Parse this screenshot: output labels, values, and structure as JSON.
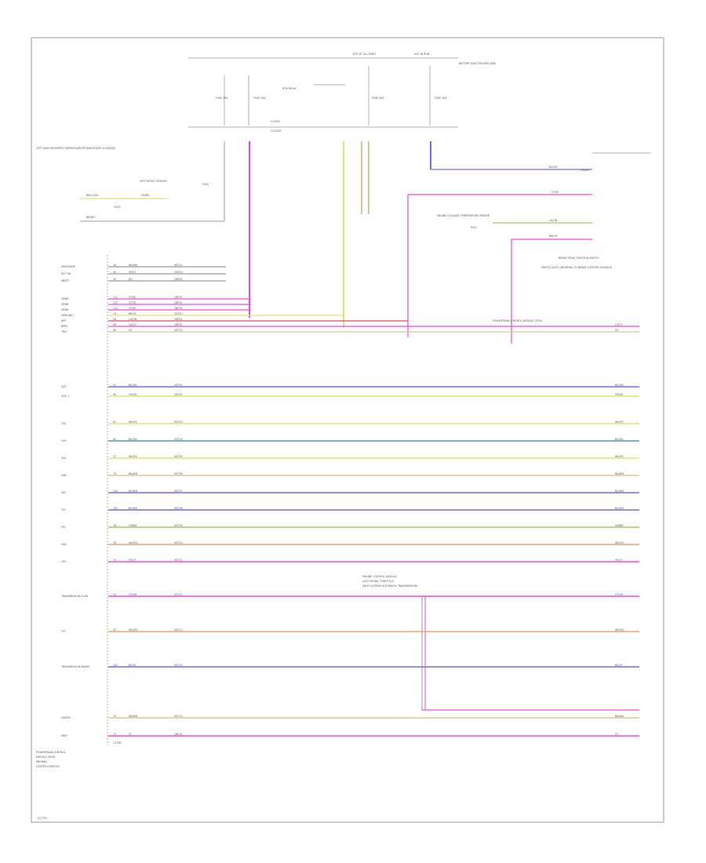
{
  "frame_label": "S17701",
  "colors": {
    "frame": "#999999",
    "pink": "#f048e0",
    "yellow": "#e3e07a",
    "blue": "#6f6fe6",
    "teal": "#4b9bb0",
    "green": "#9ccc5e",
    "orange": "#e8a276",
    "tan": "#d8c890",
    "red": "#ee4466",
    "gray": "#999999",
    "black": "#444444"
  },
  "top_section": {
    "labels": [
      "HOT AT ALL TIMES",
      "HOT IN RUN",
      "BATTERY JUNCTION BOX (BJB)",
      "FUSE 15A",
      "FUSE 10A",
      "PCM RELAY",
      "FUSE 20A",
      "FUSE 10A",
      "LEFT DASH MOUNTED TURBOCHARGER WASTEGATE SOLENOID",
      "LEFT RESULT SENSOR",
      "BK/LG-BU",
      "GY/BN",
      "BK/WH",
      "S102",
      "G100",
      "C1232F",
      "C1232M"
    ]
  },
  "right_section": {
    "labels": [
      "BU/GN",
      "VT/YE",
      "LG/GN",
      "BK/OG",
      "YE/GN",
      "S201",
      "ENGINE COOLANT TEMPERATURE SENSOR",
      "BRAKE PEDAL POSITION SWITCH",
      "SWITCH AUTO (INTERNAL TO BRAKE CONTROL MODULE)",
      "POWERTRAIN CONTROL MODULE (PCM)"
    ]
  },
  "pcm_label": [
    "POWERTRAIN CONTROL",
    "MODULE (PCM)",
    "(BEHIND",
    "CENTER CONSOLE)"
  ],
  "ecm_label": [
    "ENGINE CONTROL MODULE",
    "(ELECTRONIC THROTTLE)",
    "(WITH 6-SPEED AUTOMATIC TRANSMISSION)"
  ],
  "wires": [
    {
      "name": "EMISSIONS",
      "cavity": "18",
      "color_code": "WH/BU",
      "circuit": "VEF11",
      "color_key": "gray"
    },
    {
      "name": "KEY ON",
      "cavity": "40",
      "color_code": "YE/VT",
      "circuit": "CEM12",
      "color_key": "gray"
    },
    {
      "name": "VBATT",
      "cavity": "50",
      "color_code": "RD",
      "circuit": "CBP05",
      "color_key": "gray"
    },
    {
      "name": "VPWR",
      "cavity": "112",
      "color_code": "VT/YE",
      "circuit": "CBP32",
      "color_key": "pink"
    },
    {
      "name": "VPWR",
      "cavity": "113",
      "color_code": "VT/YE",
      "circuit": "CBP33",
      "color_key": "pink"
    },
    {
      "name": "VPWR",
      "cavity": "114",
      "color_code": "VT/YE",
      "circuit": "CBP34",
      "color_key": "pink"
    },
    {
      "name": "PWRGND",
      "cavity": "19",
      "color_code": "BK/GY",
      "circuit": "GD101",
      "color_key": "yellow"
    },
    {
      "name": "BPP",
      "cavity": "28",
      "color_code": "LG/GN",
      "circuit": "CBP02",
      "color_key": "red"
    },
    {
      "name": "BPPS",
      "cavity": "96",
      "color_code": "LG/VT",
      "circuit": "CBP05",
      "color_key": "pink"
    },
    {
      "name": "TR/C",
      "cavity": "69",
      "color_code": "GY",
      "circuit": "VDT33",
      "color_key": "tan"
    },
    {
      "name": "SCP",
      "cavity": "52",
      "color_code": "BU/GN",
      "circuit": "VDT01",
      "color_key": "blue"
    },
    {
      "name": "SCP(-)",
      "cavity": "94",
      "color_code": "YE/GN",
      "circuit": "VDT02",
      "color_key": "yellow"
    },
    {
      "name": "TSS",
      "cavity": "81",
      "color_code": "WH/YE",
      "circuit": "VDT03",
      "color_key": "yellow"
    },
    {
      "name": "OSS",
      "cavity": "80",
      "color_code": "BU/GN",
      "circuit": "VDT04",
      "color_key": "teal"
    },
    {
      "name": "SSA",
      "cavity": "27",
      "color_code": "WH/YE",
      "circuit": "VDT05",
      "color_key": "yellow"
    },
    {
      "name": "SSB",
      "cavity": "79",
      "color_code": "BN/WH",
      "circuit": "VDT06",
      "color_key": "tan"
    },
    {
      "name": "SSC",
      "cavity": "104",
      "color_code": "BU/WH",
      "circuit": "VDT07",
      "color_key": "blue"
    },
    {
      "name": "TCC",
      "cavity": "103",
      "color_code": "BU/WH",
      "circuit": "VDT08",
      "color_key": "blue"
    },
    {
      "name": "EPC",
      "cavity": "78",
      "color_code": "GN/BN",
      "circuit": "VDT09",
      "color_key": "green"
    },
    {
      "name": "SSD",
      "cavity": "76",
      "color_code": "WH/OG",
      "circuit": "VDT10",
      "color_key": "orange"
    },
    {
      "name": "LPS",
      "cavity": "75",
      "color_code": "YE/VT",
      "circuit": "VDT11",
      "color_key": "pink"
    },
    {
      "name": "TRANSMISSION FLUID",
      "cavity": "54",
      "color_code": "VT/GN",
      "circuit": "VDT12",
      "color_key": "pink"
    },
    {
      "name": "TFT",
      "cavity": "53",
      "color_code": "WH/OG",
      "circuit": "VDT13",
      "color_key": "orange"
    },
    {
      "name": "TRANSMISSION RANGE",
      "cavity": "102",
      "color_code": "BU/VT",
      "circuit": "VDT14",
      "color_key": "blue"
    },
    {
      "name": "SIGRTN",
      "cavity": "74",
      "color_code": "BN/WH",
      "circuit": "VDT15",
      "color_key": "tan"
    },
    {
      "name": "VREF",
      "cavity": "73",
      "color_code": "VT",
      "circuit": "CBP16",
      "color_key": "pink"
    }
  ],
  "pcm_connector": "C175B"
}
